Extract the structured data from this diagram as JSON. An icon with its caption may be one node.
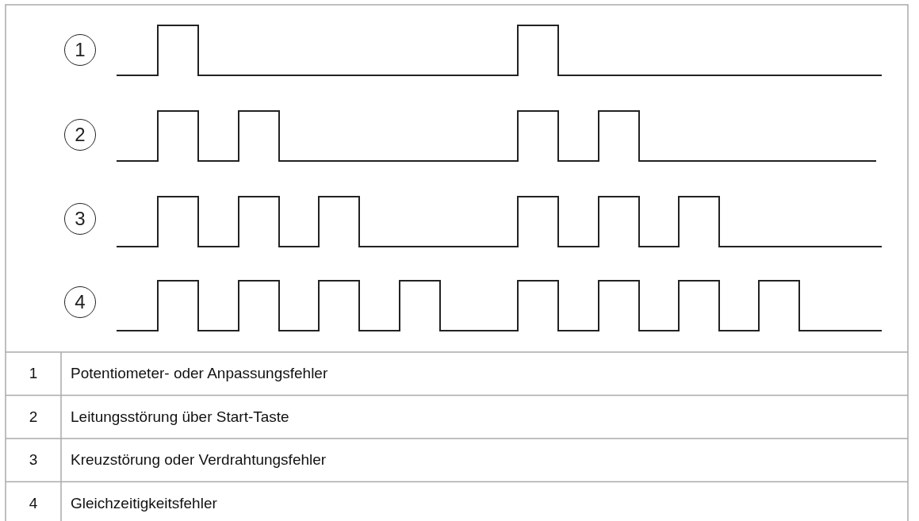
{
  "diagram": {
    "labels": [
      "1",
      "2",
      "3",
      "4",
      "1",
      "Potentiometer- oder Anpassungsfehler",
      "2",
      "Leitungsstörung über Start-Taste",
      "3",
      "Kreuzstörung oder Verdrahtungsfehler",
      "4",
      "Gleichzeitigkeitsfehler"
    ]
  }
}
